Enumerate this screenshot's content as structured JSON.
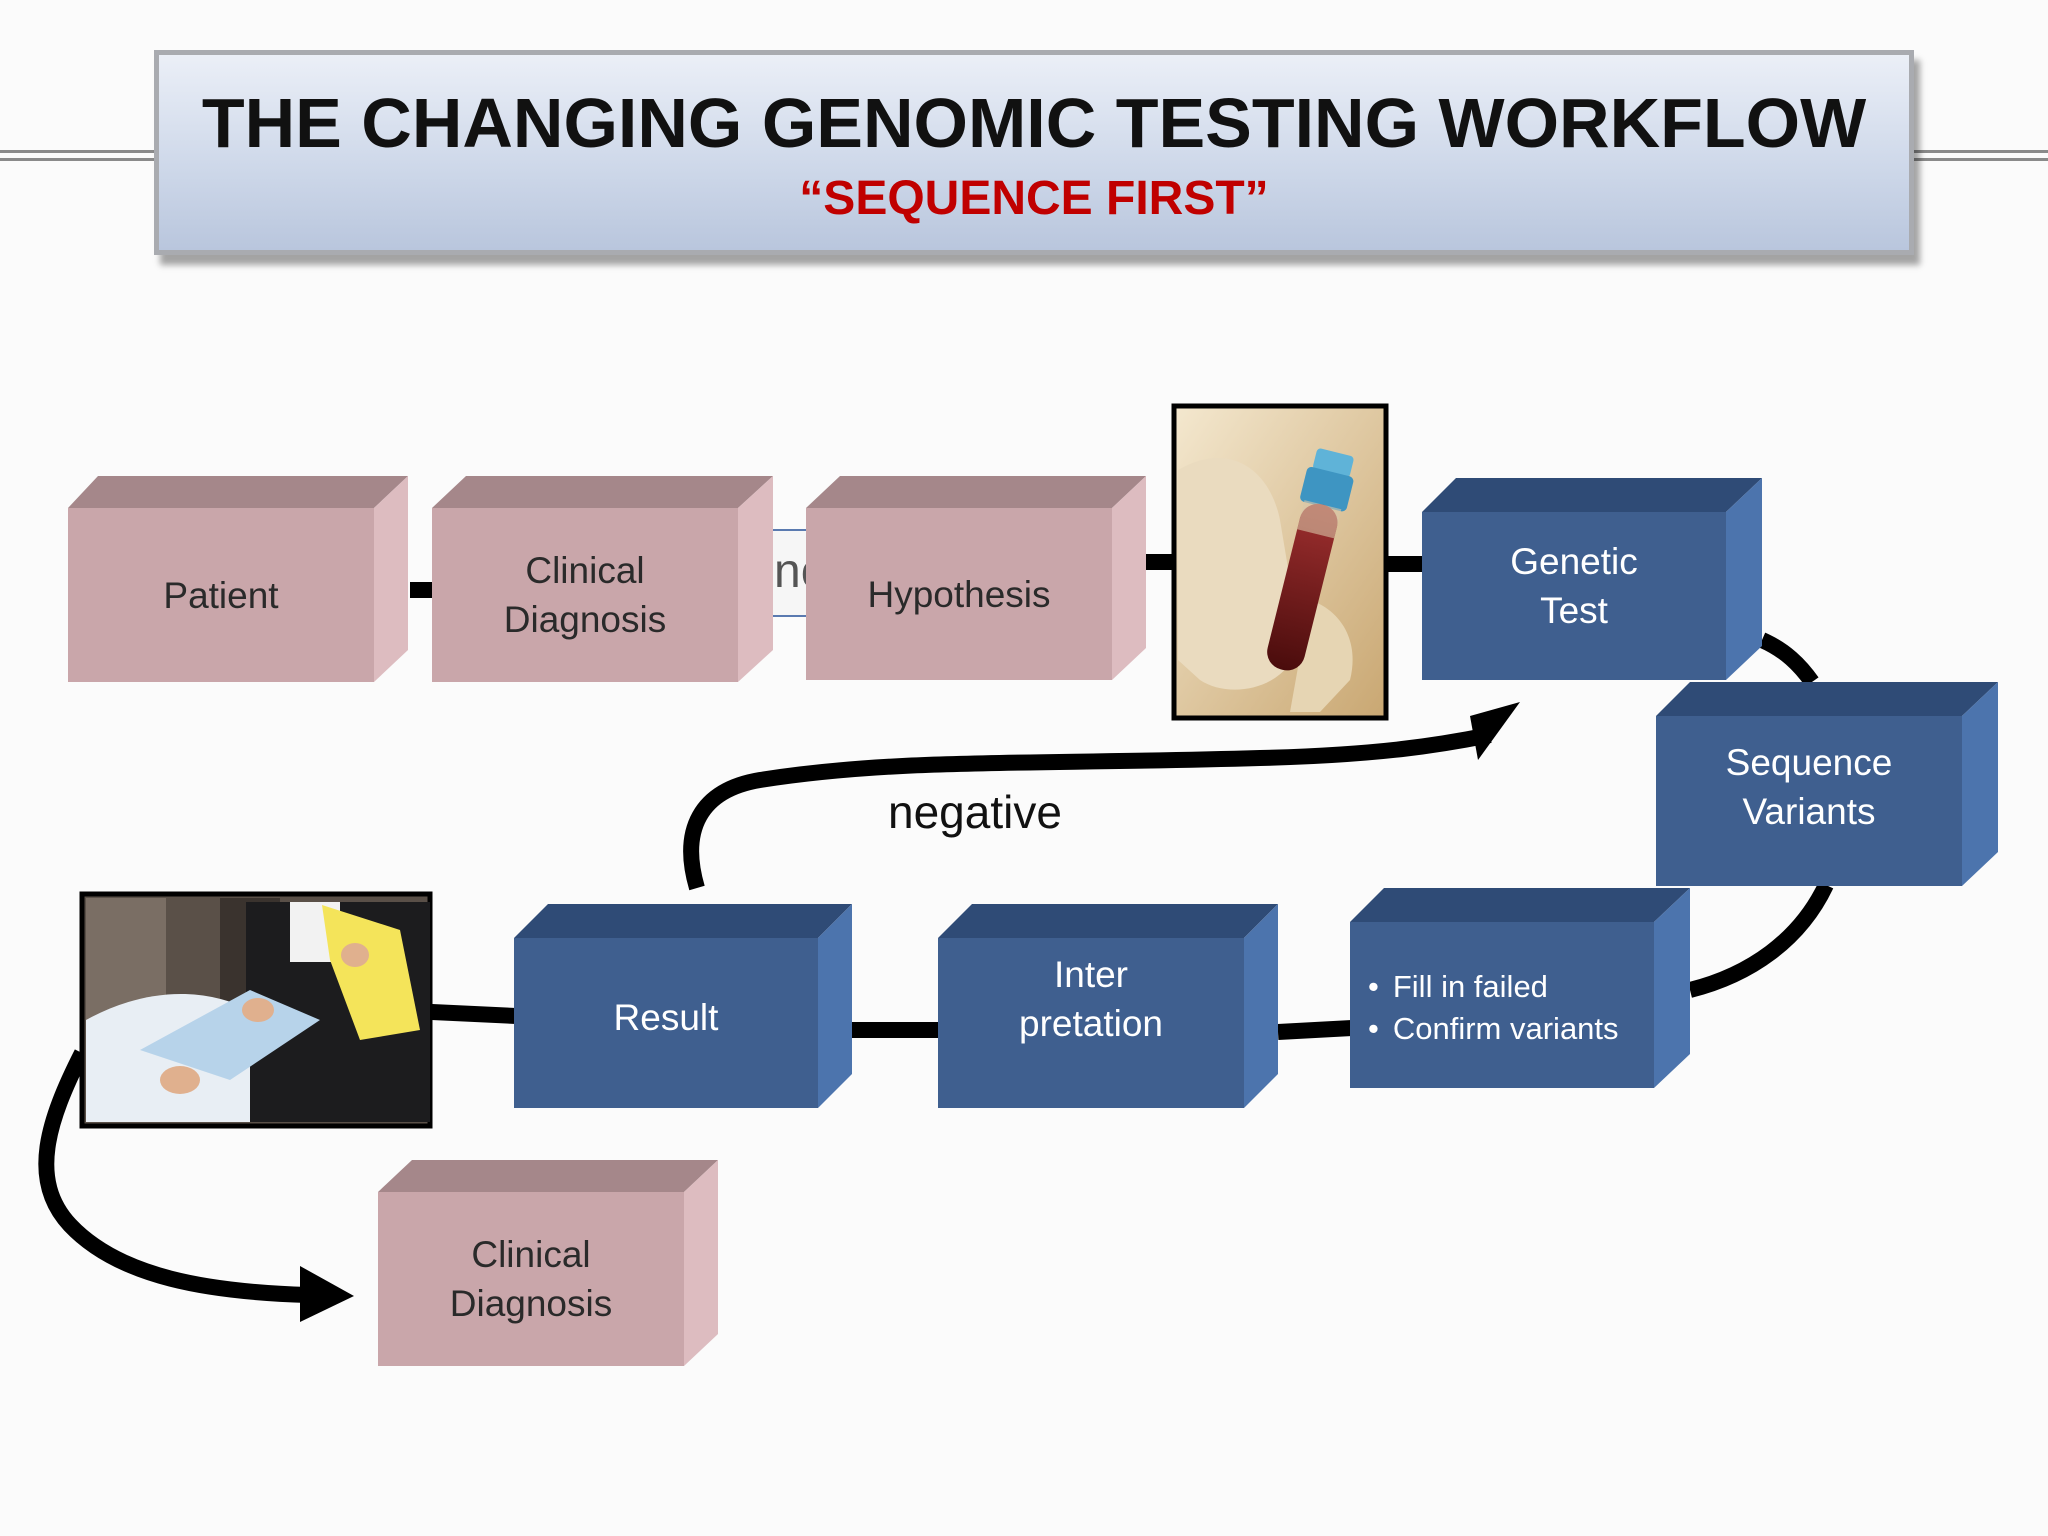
{
  "header": {
    "title": "THE CHANGING GENOMIC TESTING WORKFLOW",
    "subtitle": "“SEQUENCE FIRST”"
  },
  "steps": {
    "patient": "Patient",
    "clinical_diagnosis_top": "Clinical\nDiagnosis",
    "hypothesis": "Hypothesis",
    "hidden_partial": "nc",
    "genetic_test": "Genetic\nTest",
    "sequence_variants": "Sequence\nVariants",
    "fill_in": [
      "Fill in failed",
      "Confirm variants"
    ],
    "interpretation": "Inter\npretation",
    "result": "Result",
    "clinical_diagnosis_bottom": "Clinical\nDiagnosis"
  },
  "flow_labels": {
    "negative": "negative"
  },
  "images": {
    "blood_tube": "blood-sample-tube-photo",
    "consultation": "doctor-patient-consultation-photo"
  },
  "colors": {
    "pink_front": "#c9a6aa",
    "blue_front": "#3f5f8f",
    "title_red": "#c00000"
  }
}
